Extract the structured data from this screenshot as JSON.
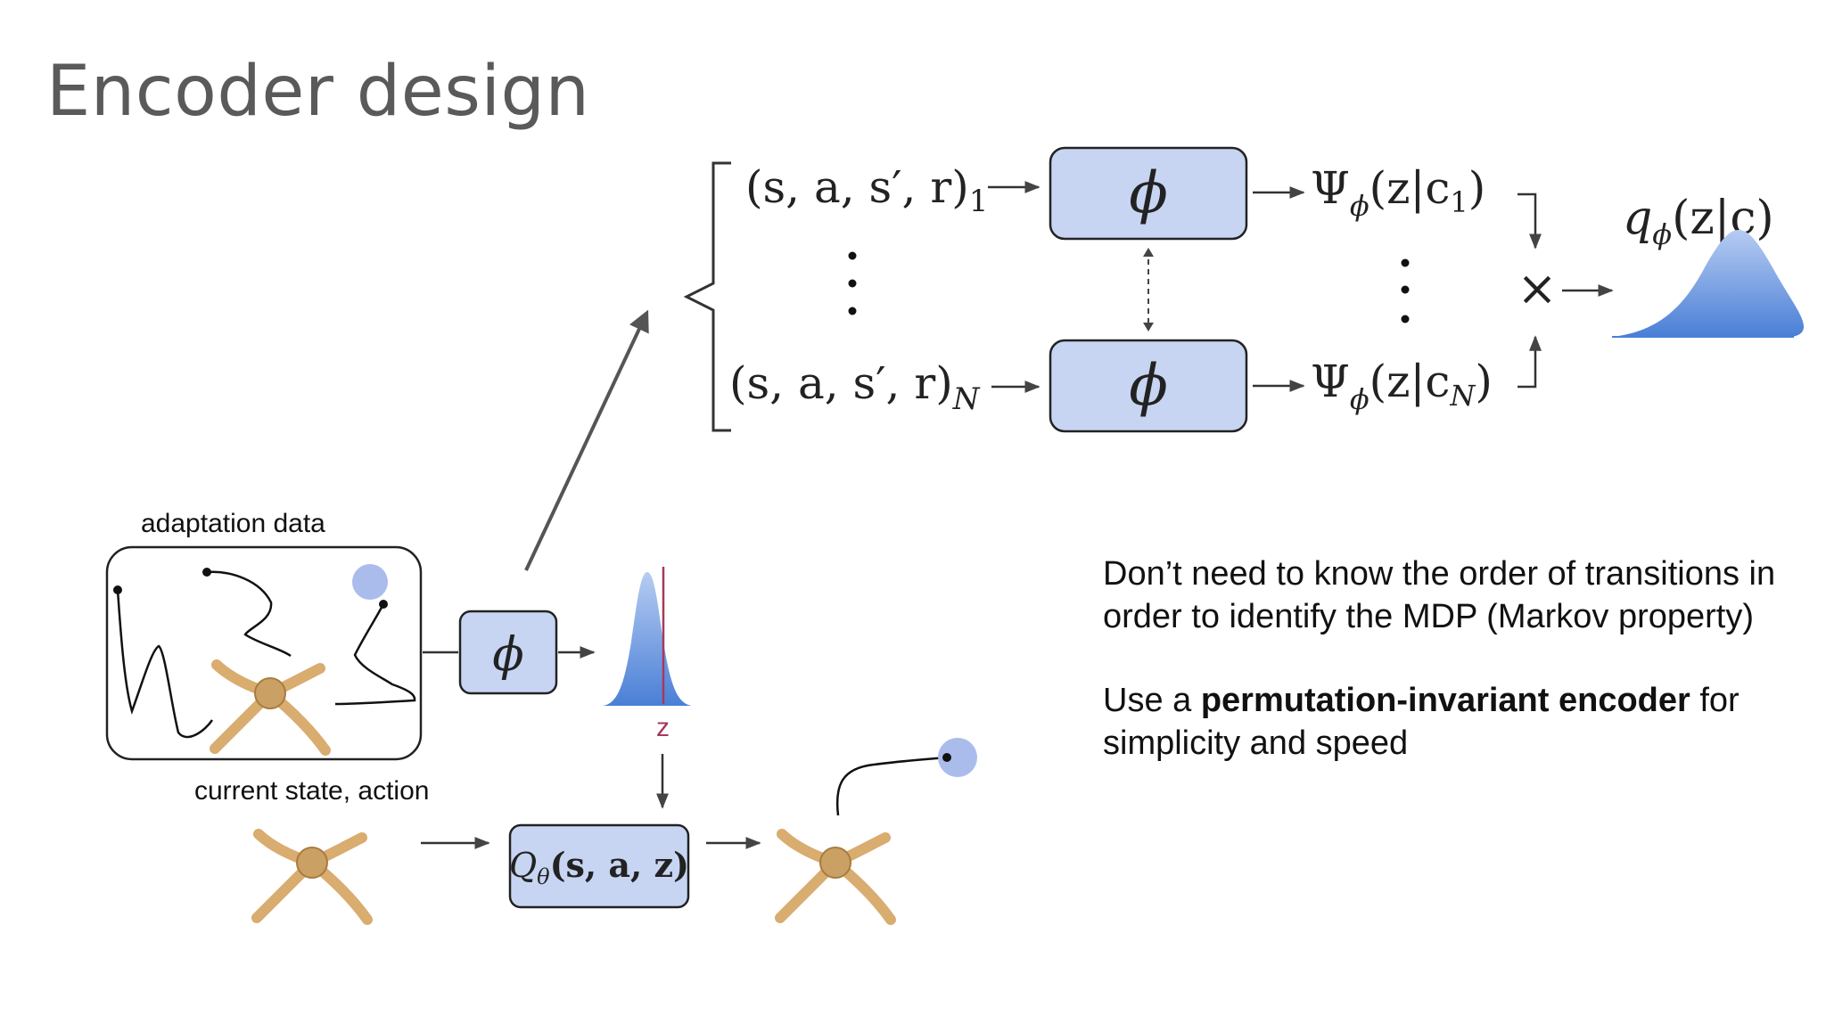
{
  "slide": {
    "title": "Encoder design"
  },
  "encoder": {
    "phi": "ϕ",
    "rows": [
      {
        "lhs": "(s, a, s′, r)",
        "lhs_sub": "1",
        "psi": "Ψ",
        "psi_sub": "ϕ",
        "psi_arg_open": "(z|c",
        "psi_arg_sub": "1",
        "psi_arg_close": ")"
      },
      {
        "lhs": "(s, a, s′, r)",
        "lhs_sub": "N",
        "psi": "Ψ",
        "psi_sub": "ϕ",
        "psi_arg_open": "(z|c",
        "psi_arg_sub": "N",
        "psi_arg_close": ")"
      }
    ],
    "product_symbol": "×",
    "posterior": {
      "q": "q",
      "sub": "ϕ",
      "arg": "(z|c)"
    }
  },
  "lower": {
    "adaptation_label": "adaptation data",
    "current_label": "current state, action",
    "z_label": "z",
    "phi": "ϕ",
    "q_box": {
      "q": "Q",
      "sub": "θ",
      "arg": "(s, a, z)"
    }
  },
  "notes": {
    "p1": "Don’t need to know the order of transitions in order to identify the MDP (Markov property)",
    "p2_prefix": "Use a ",
    "p2_bold": "permutation-invariant encoder",
    "p2_suffix": " for simplicity and speed"
  },
  "colors": {
    "box_fill": "#c7d5f3",
    "gaussian_top": "#b6ccf2",
    "gaussian_bottom": "#4a7fd6",
    "goal_dot": "#a9bcec",
    "z_line": "#a33a5e",
    "robot": "#d9ac6f"
  }
}
